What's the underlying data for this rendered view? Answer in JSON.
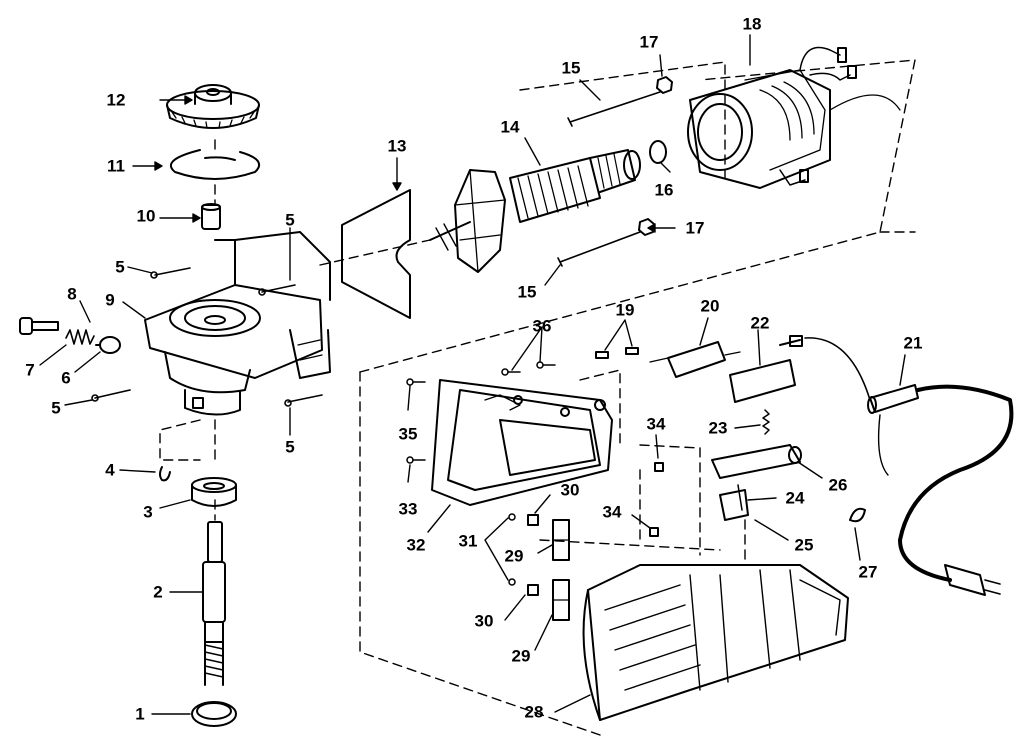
{
  "diagram": {
    "callouts": [
      "1",
      "2",
      "3",
      "4",
      "5",
      "5",
      "5",
      "5",
      "6",
      "7",
      "8",
      "9",
      "10",
      "11",
      "12",
      "13",
      "14",
      "15",
      "15",
      "16",
      "17",
      "17",
      "18",
      "19",
      "20",
      "21",
      "22",
      "23",
      "24",
      "25",
      "26",
      "27",
      "28",
      "29",
      "29",
      "30",
      "30",
      "31",
      "32",
      "33",
      "34",
      "34",
      "35",
      "36"
    ]
  }
}
